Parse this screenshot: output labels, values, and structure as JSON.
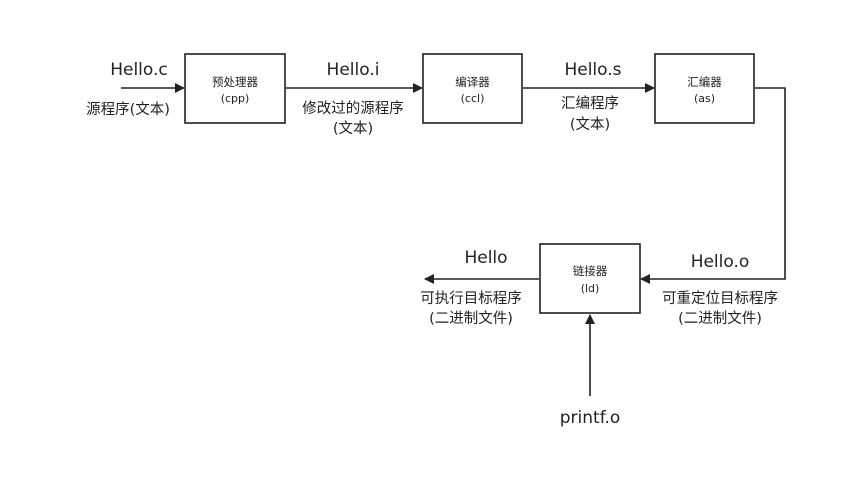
{
  "boxes": {
    "preprocessor": {
      "title": "预处理器",
      "sub": "(cpp)"
    },
    "compiler": {
      "title": "编译器",
      "sub": "(ccl)"
    },
    "assembler": {
      "title": "汇编器",
      "sub": "(as)"
    },
    "linker": {
      "title": "链接器",
      "sub": "(ld)"
    }
  },
  "labels": {
    "hello_c": "Hello.c",
    "source_text": "源程序(文本)",
    "hello_i": "Hello.i",
    "modified_source_line1": "修改过的源程序",
    "modified_source_line2": "(文本)",
    "hello_s": "Hello.s",
    "assembly_line1": "汇编程序",
    "assembly_line2": "(文本)",
    "hello_o": "Hello.o",
    "relocatable_line1": "可重定位目标程序",
    "relocatable_line2": "(二进制文件)",
    "hello": "Hello",
    "executable_line1": "可执行目标程序",
    "executable_line2": "(二进制文件)",
    "printf_o": "printf.o"
  }
}
